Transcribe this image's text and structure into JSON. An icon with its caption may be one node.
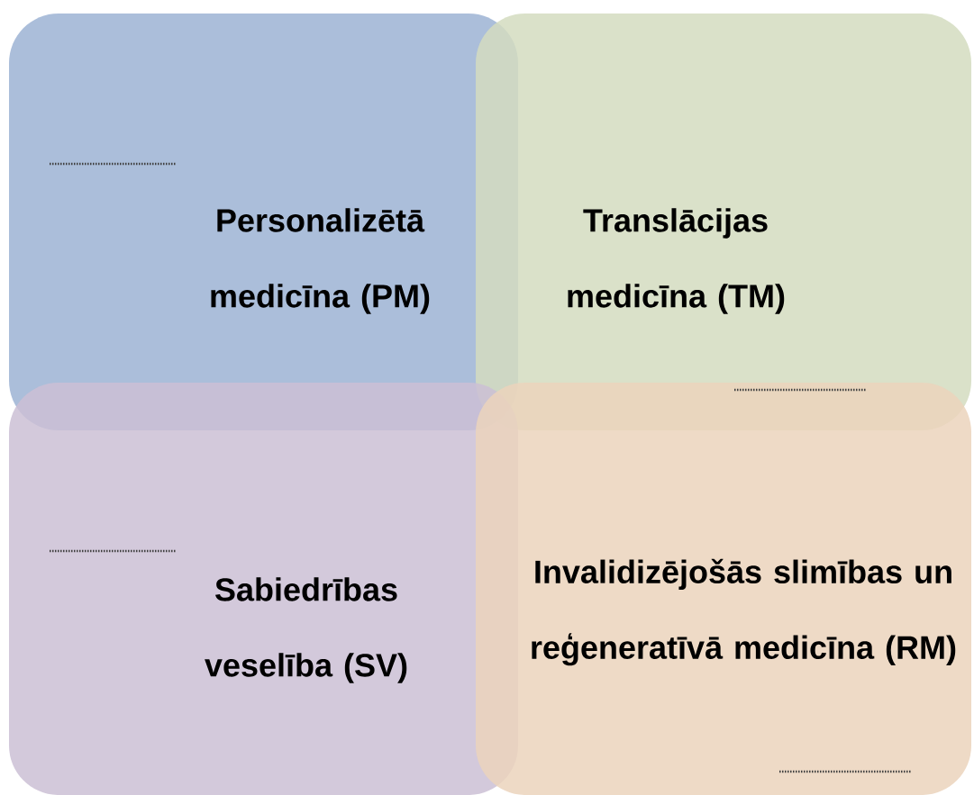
{
  "diagram": {
    "nodes": [
      {
        "text": [
          "Personalizētā medicīna (PM)"
        ]
      },
      {
        "text": [
          "Translācijas medicīna (TM)"
        ]
      },
      {
        "text": [
          "Sabiedrības veselība (SV)"
        ]
      },
      {
        "text": [
          "Invalidizējošās slimības un reģeneratīvā medicīna (RM)"
        ]
      }
    ]
  }
}
